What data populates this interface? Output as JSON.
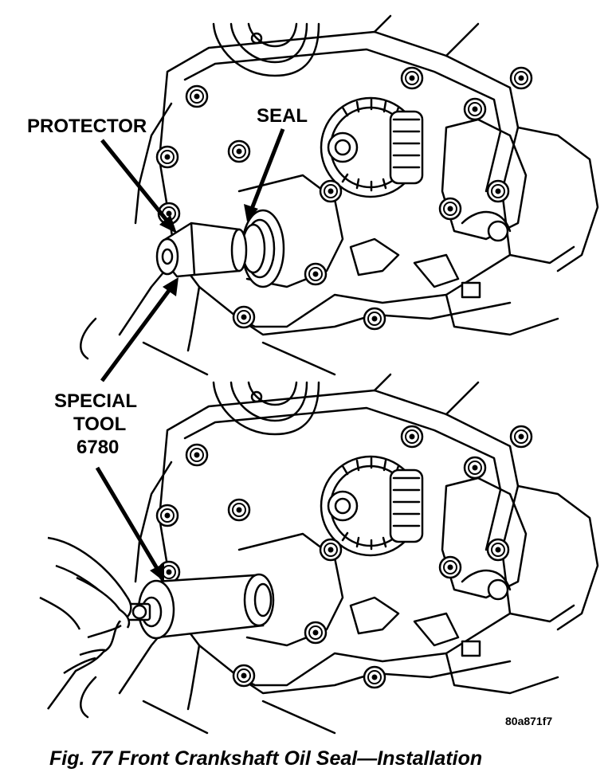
{
  "labels": {
    "protector": "PROTECTOR",
    "seal": "SEAL",
    "special_tool_line1": "SPECIAL",
    "special_tool_line2": "TOOL",
    "special_tool_line3": "6780"
  },
  "figure_code": "80a871f7",
  "caption": "Fig. 77 Front Crankshaft Oil Seal—Installation"
}
